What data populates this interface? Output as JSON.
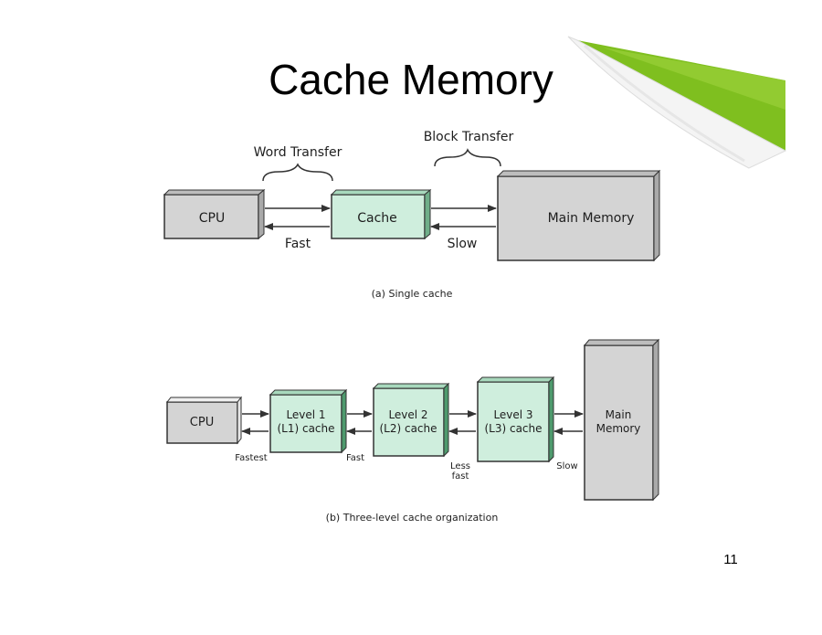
{
  "slide": {
    "title": "Cache Memory",
    "page_number": "11"
  },
  "colors": {
    "accent_green": "#7fbf1f",
    "cache_green": "#cfeedd",
    "box_gray": "#d4d4d4",
    "line_dark": "#333333"
  },
  "single_cache": {
    "labels": {
      "word_transfer": "Word Transfer",
      "block_transfer": "Block Transfer",
      "cpu": "CPU",
      "cache": "Cache",
      "main_memory": "Main Memory",
      "fast": "Fast",
      "slow": "Slow"
    },
    "caption": "(a) Single cache"
  },
  "three_level": {
    "labels": {
      "cpu": "CPU",
      "l1_line1": "Level 1",
      "l1_line2": "(L1) cache",
      "l2_line1": "Level 2",
      "l2_line2": "(L2) cache",
      "l3_line1": "Level 3",
      "l3_line2": "(L3) cache",
      "mem_line1": "Main",
      "mem_line2": "Memory",
      "fastest": "Fastest",
      "fast": "Fast",
      "less_fast_line1": "Less",
      "less_fast_line2": "fast",
      "slow": "Slow"
    },
    "caption": "(b) Three-level cache organization"
  }
}
